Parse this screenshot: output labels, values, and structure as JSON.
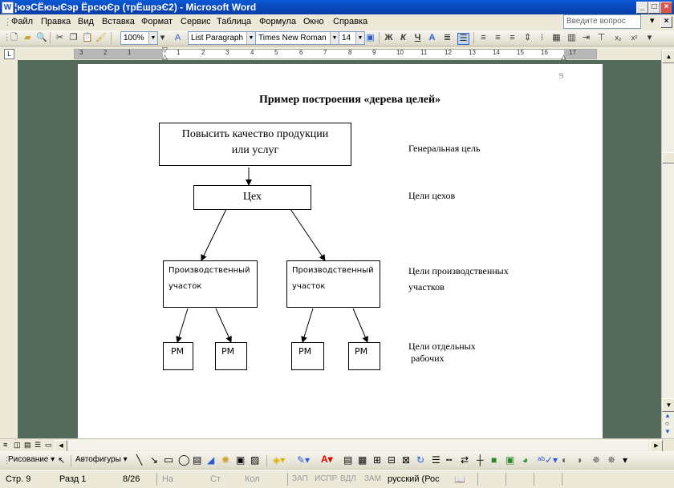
{
  "window": {
    "title": "¦юэСЁюыЄэр  ЁрсюЄр (трЁшрэЄ2) - Microsoft Word",
    "minimize_glyph": "_",
    "maximize_glyph": "□",
    "close_glyph": "×"
  },
  "menu": {
    "items": [
      "Файл",
      "Правка",
      "Вид",
      "Вставка",
      "Формат",
      "Сервис",
      "Таблица",
      "Формула",
      "Окно",
      "Справка"
    ],
    "help_placeholder": "Введите вопрос",
    "close_glyph": "×"
  },
  "toolbar": {
    "zoom": "100%",
    "style": "List Paragraph",
    "font": "Times New Roman",
    "size": "14",
    "bold": "Ж",
    "italic": "К",
    "underline": "Ч",
    "font_color_letter": "A",
    "superscript": "x²",
    "subscript": "x₂"
  },
  "ruler": {
    "left_numbers": [
      "3",
      "2",
      "1"
    ],
    "numbers": [
      "1",
      "2",
      "3",
      "4",
      "5",
      "6",
      "7",
      "8",
      "9",
      "10",
      "11",
      "12",
      "13",
      "14",
      "15",
      "16",
      "17"
    ]
  },
  "page": {
    "page_number": "9",
    "heading": "Пример построения «дерева целей»",
    "top_box": [
      "Повысить качество продукции",
      "или услуг"
    ],
    "middle_box": "Цех",
    "section_box_1": [
      "Производственный",
      "участок"
    ],
    "section_box_2": [
      "Производственный",
      "участок"
    ],
    "workplace_boxes": [
      "РМ",
      "РМ",
      "РМ",
      "РМ"
    ],
    "labels": {
      "general": "Генеральная цель",
      "shops": "Цели цехов",
      "sections": [
        "Цели производственных",
        "участков"
      ],
      "workers": [
        "Цели отдельных",
        "рабочих"
      ]
    }
  },
  "drawing_toolbar": {
    "drawing": "Рисование",
    "autoshapes": "Автофигуры"
  },
  "status": {
    "page": "Стр. 9",
    "section": "Разд 1",
    "pages": "8/26",
    "at": "На",
    "line": "Ст",
    "column": "Кол",
    "rec": "ЗАП",
    "trk": "ИСПР",
    "ext": "ВДЛ",
    "ovr": "ЗАМ",
    "language": "русский (Рос"
  }
}
